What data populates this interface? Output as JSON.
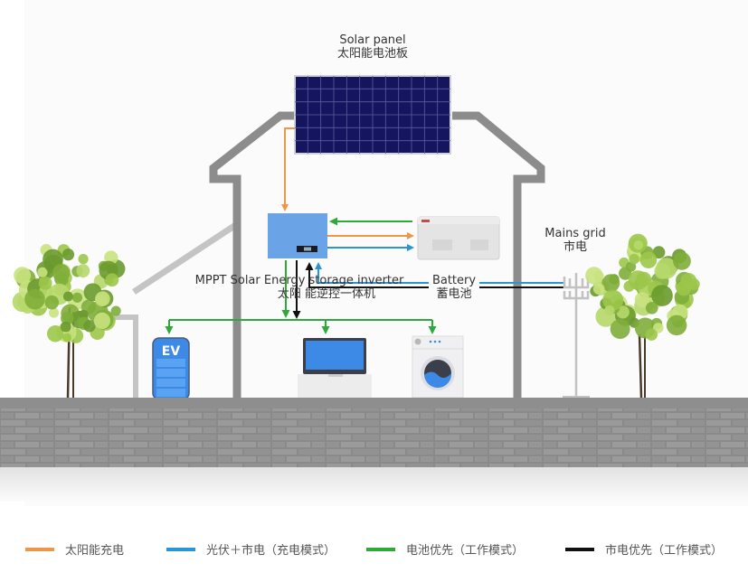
{
  "labels": {
    "solar_panel_en": "Solar panel",
    "solar_panel_zh": "太阳能电池板",
    "inverter_en": "MPPT Solar Energy storage inverter",
    "inverter_zh": "太阳 能逆控一体机",
    "battery_en": "Battery",
    "battery_zh": "蓄电池",
    "grid_en": "Mains grid",
    "grid_zh": "市电",
    "ev_badge": "EV"
  },
  "colors": {
    "solar_charge": "#f0964a",
    "pv_plus_grid": "#2a95d4",
    "battery_priority": "#2eaa3a",
    "grid_priority": "#111111",
    "wall": "#8c8c8c",
    "inverter": "#6aa3e6",
    "panel": "#14155e"
  },
  "legend": [
    {
      "label": "太阳能充电",
      "color": "#f0964a"
    },
    {
      "label": "光伏＋市电（充电模式）",
      "color": "#2a95d4"
    },
    {
      "label": "电池优先（工作模式）",
      "color": "#2eaa3a"
    },
    {
      "label": "市电优先（工作模式）",
      "color": "#111111"
    }
  ]
}
